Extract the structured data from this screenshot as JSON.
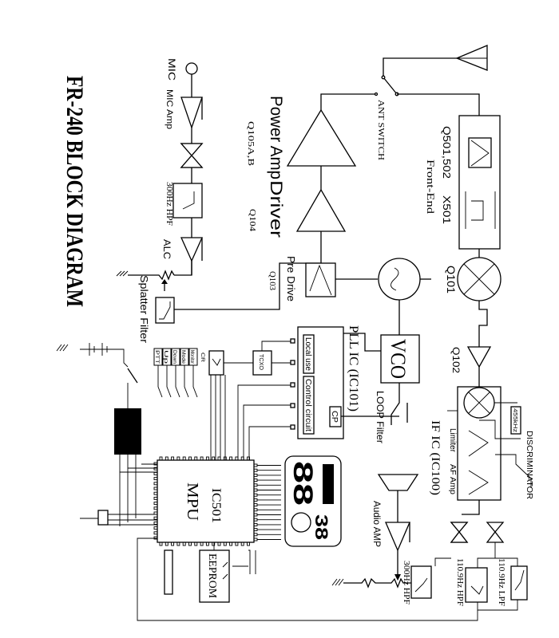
{
  "title": "FR-240 BLOCK DIAGRAM",
  "transmit": {
    "mic": "MIC",
    "mic_amp": "MIC Amp",
    "hpf": "300Hz HPF",
    "alc": "ALC",
    "splatter": "Splatter Filter",
    "power_amp": "Power Amp",
    "driver": "Driver",
    "q105": "Q105A,B",
    "q104": "Q104",
    "q103": "Q103",
    "pre_drive": "Pre Drive"
  },
  "rf": {
    "ant_switch": "ANT SWITCH",
    "q501": "Q501,502",
    "x501": "X501",
    "front_end": "Front-End",
    "q101": "Q101",
    "q102": "Q102"
  },
  "pll": {
    "vco": "VCO",
    "title": "PLL IC (IC101)",
    "local_use": "Local use",
    "control": "Control circuit",
    "cp": "CP",
    "loop_filter": "LOOP Filter",
    "tcxo": "TCXO",
    "cr": "CR"
  },
  "if": {
    "title": "IF IC (IC100)",
    "limiter": "Limiter",
    "af_amp": "AF Amp",
    "discriminator": "DISCRIMINATOR",
    "khz": "455kHz"
  },
  "audio": {
    "audio_amp": "Audio AMP",
    "hpf300": "300Hz HPF",
    "hpf110": "110.9Hz HPF",
    "lpf110": "110.9Hz LPF"
  },
  "mpu": {
    "id": "IC501",
    "name": "MPU",
    "eeprom": "EEPROM"
  },
  "lcd": {
    "main": "88",
    "channel": "38"
  },
  "switches": [
    "PTT",
    "Up",
    "Down",
    "Mode",
    "Monitor"
  ]
}
